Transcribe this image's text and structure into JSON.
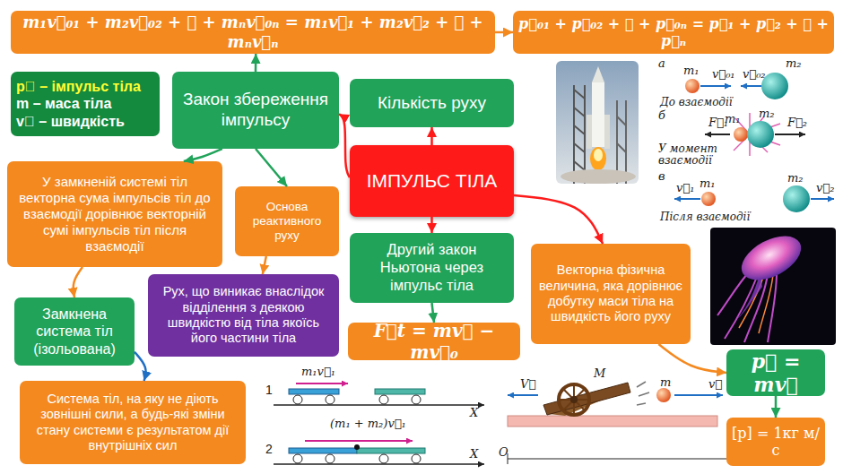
{
  "diagram": {
    "nodes": [
      {
        "text": [
          "m₁v⃗₀₁ + m₂v⃗₀₂ + ⋯ + mₙv⃗₀ₙ = m₁v⃗₁ + m₂v⃗₂ + ⋯ + mₙv⃗ₙ"
        ]
      },
      {
        "text": [
          "p⃗₀₁ + p⃗₀₂ + ⋯ + p⃗₀ₙ = p⃗₁ + p⃗₂ + ⋯ + p⃗ₙ"
        ]
      },
      {
        "text": [
          "p⃗ – імпульс тіла",
          "m – маса тіла",
          "v⃗ – швидкість"
        ]
      },
      {
        "text": [
          "Закон збереження імпульсу"
        ]
      },
      {
        "text": [
          "Кількість руху"
        ]
      },
      {
        "text": [
          "ІМПУЛЬС ТІЛА"
        ]
      },
      {
        "text": [
          "У замкненій системі тіл векторна сума імпульсів тіл до взаємодії дорівнює векторній сумі імпульсів тіл після взаємодії"
        ]
      },
      {
        "text": [
          "Основа реактивного руху"
        ]
      },
      {
        "text": [
          "Другий закон Ньютона через імпульс тіла"
        ]
      },
      {
        "text": [
          "Векторна фізична величина, яка дорівнює добутку маси тіла на швидкість його руху"
        ]
      },
      {
        "text": [
          "Рух, що виникає внаслідок відділення з деякою швидкістю від тіла якоїсь його частини тіла"
        ]
      },
      {
        "text": [
          "Замкнена система тіл (ізольована)"
        ]
      },
      {
        "text": [
          "F⃗t = mv⃗ − mv⃗₀"
        ]
      },
      {
        "text": [
          "p⃗ = mv⃗"
        ]
      },
      {
        "text": [
          "Система тіл, на яку не діють зовнішні сили, а будь-які зміни стану системи є результатом дії внутрішніх сил"
        ]
      },
      {
        "text": [
          "[p] = 1кг м/с"
        ]
      }
    ],
    "edges": [
      {
        "from": 0,
        "to": 1,
        "arrow": "to"
      },
      {
        "from": 3,
        "to": 0,
        "arrow": "to"
      },
      {
        "from": 5,
        "to": 4,
        "arrow": "to"
      },
      {
        "from": 5,
        "to": 3,
        "arrow": "to"
      },
      {
        "from": 3,
        "to": 6,
        "arrow": "to"
      },
      {
        "from": 3,
        "to": 7,
        "arrow": "to"
      },
      {
        "from": 5,
        "to": 8,
        "arrow": "to"
      },
      {
        "from": 5,
        "to": 9,
        "arrow": "to"
      },
      {
        "from": 6,
        "to": 11,
        "arrow": "to"
      },
      {
        "from": 7,
        "to": 10,
        "arrow": "to"
      },
      {
        "from": 8,
        "to": 12,
        "arrow": "to"
      },
      {
        "from": 9,
        "to": 13,
        "arrow": "to"
      },
      {
        "from": 11,
        "to": 14,
        "arrow": "to"
      },
      {
        "from": 13,
        "to": 15,
        "arrow": "to"
      }
    ],
    "labels": [
      "а",
      "m₁",
      "v⃗₀₁",
      "v⃗₀₂",
      "m₂",
      "До взаємодії",
      "б",
      "F⃗₁",
      "m₁",
      "m₂",
      "F⃗₂",
      "У момент взаємодії",
      "в",
      "v⃗₁",
      "m₁",
      "m₂",
      "v⃗₂",
      "Після взаємодії",
      "m₁v⃗₁",
      "1",
      "X",
      "(m₁ + m₂)v⃗₁",
      "2",
      "X",
      "V⃗",
      "M",
      "m",
      "v⃗",
      "O"
    ]
  }
}
